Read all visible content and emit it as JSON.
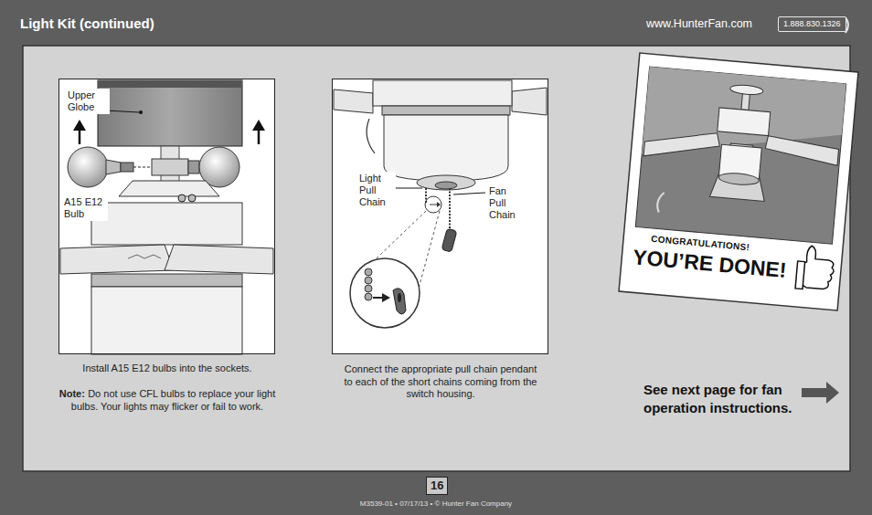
{
  "diagram": {
    "title": "Light Kit (continued)",
    "nodes": [
      {
        "text": [
          "1.888.830.1326"
        ]
      },
      {
        "text": [
          "Upper Globe",
          "A15 E12 Bulb"
        ]
      },
      {
        "text": [
          "Light Pull Chain",
          "Fan Pull Chain"
        ]
      },
      {
        "text": [
          "CONGRATULATIONS!",
          "YOU’RE DONE!"
        ]
      },
      {
        "text": [
          "16"
        ]
      }
    ],
    "labels": [
      "www.HunterFan.com",
      "Install A15 E12 bulbs into the sockets.",
      "Note:",
      "Do not use CFL bulbs to replace your light bulbs. Your lights may flicker or fail to work.",
      "Connect the appropriate pull chain pendant to each of the short chains coming from the switch housing.",
      "See next page for fan operation instructions.",
      "M3539-01 • 07/17/13 • © Hunter Fan Company"
    ]
  }
}
